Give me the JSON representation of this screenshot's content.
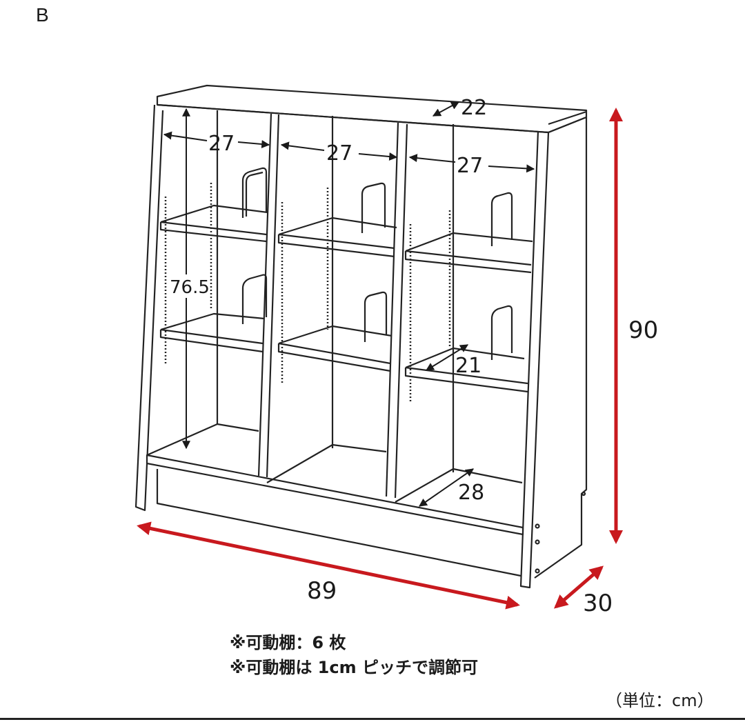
{
  "figure_label": "B",
  "diagram": {
    "subject": "3-column bookshelf with 6 adjustable shelves and bookends",
    "colors": {
      "line": "#222222",
      "dimension_arrow_red": "#c8191e",
      "dimension_arrow_black": "#1a1a1a"
    },
    "dimensions": {
      "width": "89",
      "height": "90",
      "depth": "30",
      "top_depth": "22",
      "interior_height": "76.5",
      "compartment_width_left": "27",
      "compartment_width_center": "27",
      "compartment_width_right": "27",
      "shelf_depth": "21",
      "bottom_depth": "28"
    }
  },
  "notes": [
    "※可動棚：6 枚",
    "※可動棚は 1cm ピッチで調節可"
  ],
  "unit_label": "（単位：cm）"
}
